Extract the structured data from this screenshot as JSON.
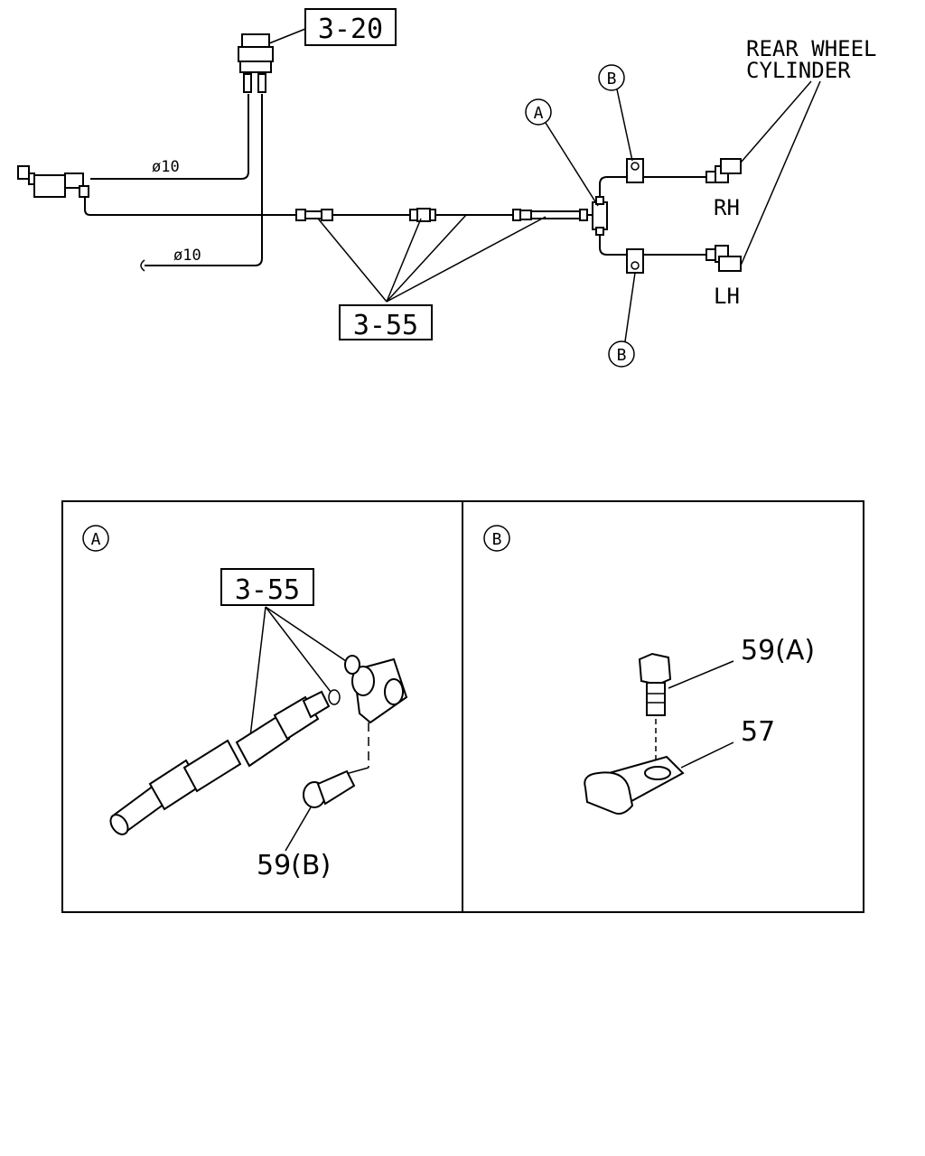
{
  "top": {
    "ref_3_20": "3-20",
    "ref_3_55": "3-55",
    "callout_a": "A",
    "callout_b_top": "B",
    "callout_b_bottom": "B",
    "pipe_dia_upper": "ø10",
    "pipe_dia_lower": "ø10",
    "rear_wheel_line1": "REAR WHEEL",
    "rear_wheel_line2": "CYLINDER",
    "rh": "RH",
    "lh": "LH"
  },
  "detail_a": {
    "tag": "A",
    "ref_3_55": "3-55",
    "part_59b": "59(B)"
  },
  "detail_b": {
    "tag": "B",
    "part_59a": "59(A)",
    "part_57": "57"
  }
}
